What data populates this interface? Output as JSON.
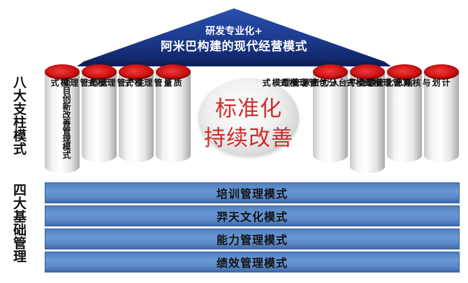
{
  "roof": {
    "line1": "研发专业化+",
    "line2": "阿米巴构建的现代经营模式"
  },
  "side_labels": {
    "top": "八大支柱模式",
    "bottom": "四大基础管理"
  },
  "pillars_left": [
    "项目创新改善管理模式",
    "营销管理模式",
    "生产管理模式",
    "质量管理模式"
  ],
  "pillars_right": [
    "人力资源管理模式",
    "综合平台分包管理模式",
    "信息化管理模式",
    "计划与核算管理模式"
  ],
  "center": {
    "line1": "标准化",
    "line2": "持续改善"
  },
  "bars": [
    "培训管理模式",
    "羿天文化模式",
    "能力管理模式",
    "绩效管理模式"
  ],
  "colors": {
    "roof": "#1f3b8a",
    "pillar_cap": "#cc1010",
    "center_text": "#d42a2a",
    "bar": "#5d8bca"
  }
}
